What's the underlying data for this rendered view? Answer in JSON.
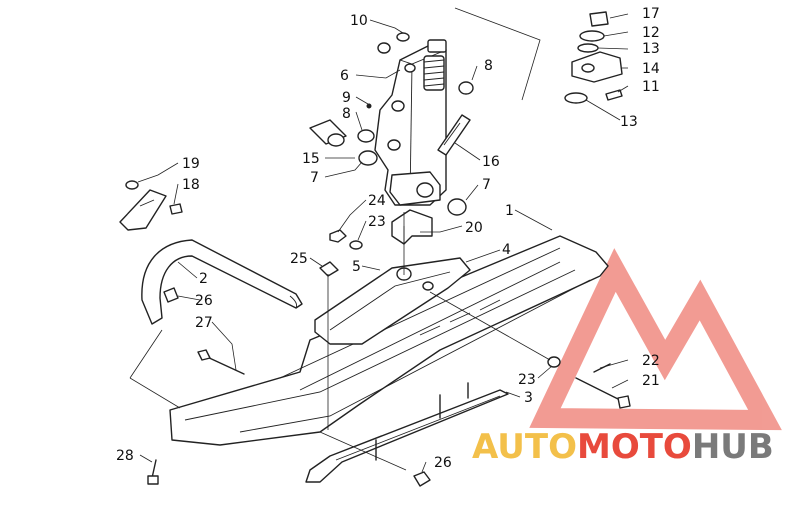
{
  "labels": [
    {
      "id": "10",
      "text": "10"
    },
    {
      "id": "6",
      "text": "6"
    },
    {
      "id": "9",
      "text": "9"
    },
    {
      "id": "8a",
      "text": "8"
    },
    {
      "id": "8b",
      "text": "8"
    },
    {
      "id": "15",
      "text": "15"
    },
    {
      "id": "7a",
      "text": "7"
    },
    {
      "id": "16",
      "text": "16"
    },
    {
      "id": "7b",
      "text": "7"
    },
    {
      "id": "17",
      "text": "17"
    },
    {
      "id": "12",
      "text": "12"
    },
    {
      "id": "13a",
      "text": "13"
    },
    {
      "id": "14",
      "text": "14"
    },
    {
      "id": "11",
      "text": "11"
    },
    {
      "id": "13b",
      "text": "13"
    },
    {
      "id": "19",
      "text": "19"
    },
    {
      "id": "18",
      "text": "18"
    },
    {
      "id": "24",
      "text": "24"
    },
    {
      "id": "23a",
      "text": "23"
    },
    {
      "id": "20",
      "text": "20"
    },
    {
      "id": "1",
      "text": "1"
    },
    {
      "id": "5",
      "text": "5"
    },
    {
      "id": "25",
      "text": "25"
    },
    {
      "id": "4",
      "text": "4"
    },
    {
      "id": "2",
      "text": "2"
    },
    {
      "id": "26a",
      "text": "26"
    },
    {
      "id": "27",
      "text": "27"
    },
    {
      "id": "22",
      "text": "22"
    },
    {
      "id": "23b",
      "text": "23"
    },
    {
      "id": "21",
      "text": "21"
    },
    {
      "id": "3",
      "text": "3"
    },
    {
      "id": "28",
      "text": "28"
    },
    {
      "id": "26b",
      "text": "26"
    }
  ],
  "watermark": {
    "part1": "AUTO",
    "part2": "MOTO",
    "part3": "HUB",
    "colors": {
      "red": "#e84a3c",
      "gold": "#f3c04a",
      "gray": "#7a7a7a"
    }
  }
}
